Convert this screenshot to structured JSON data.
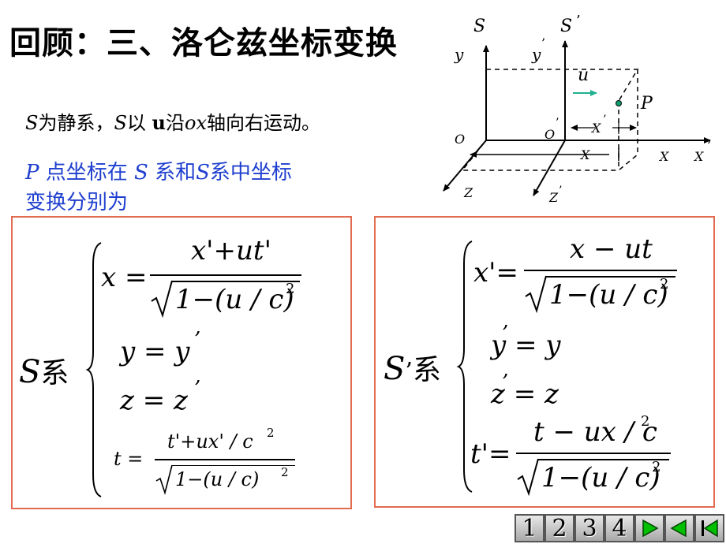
{
  "title": "回顾：三、洛仑兹坐标变换",
  "intro": {
    "s1": "S",
    "t1": "为静系，",
    "s2": "S",
    "t2": "以 ",
    "u": "u",
    "t3": "沿",
    "ox": "ox",
    "t4": "轴向右运动。"
  },
  "p_line": {
    "p": "P",
    "a": " 点坐标在 ",
    "s": "S",
    "b": " 系和",
    "s2": "S",
    "c": "系中坐标",
    "line2": "变换分别为"
  },
  "diagram": {
    "S": "S",
    "Sp": "S",
    "prime": "’",
    "y": "y",
    "yp": "y",
    "u": "u",
    "P": "P",
    "O": "O",
    "Op": "O",
    "X": "X",
    "x_small": "X",
    "xp": "X",
    "Z": "Z",
    "Zp": "Z"
  },
  "left_box": {
    "label_S": "S",
    "label_xi": "系",
    "x_lhs": "x =",
    "x_num": "x'+ut'",
    "x_den": "1−(u / c)",
    "x_exp": "2",
    "y_eq": "y = y",
    "y_prime": "’",
    "z_eq": "z = z",
    "z_prime": "’",
    "t_lhs": "t =",
    "t_num": "t'+ux' / c",
    "t_num_exp": "2",
    "t_den": "1−(u / c)",
    "t_den_exp": "2"
  },
  "right_box": {
    "label_S": "S",
    "label_prime": "’",
    "label_xi": "系",
    "x_lhs": "x'=",
    "x_num": "x − ut",
    "x_den": "1−(u / c)",
    "x_exp": "2",
    "y_eq": "y = y",
    "y_prime": "’",
    "z_eq": "z = z",
    "z_prime": "’",
    "t_lhs": "t'=",
    "t_num": "t − ux / c",
    "t_num_exp": "2",
    "t_den": "1−(u / c)",
    "t_den_exp": "2"
  },
  "nav": {
    "b1": "1",
    "b2": "2",
    "b3": "3",
    "b4": "4"
  },
  "colors": {
    "box_border": "#e36b4f",
    "blue_text": "#1f3fcf",
    "arrow_u": "#20b090",
    "nav_green": "#00c000"
  }
}
